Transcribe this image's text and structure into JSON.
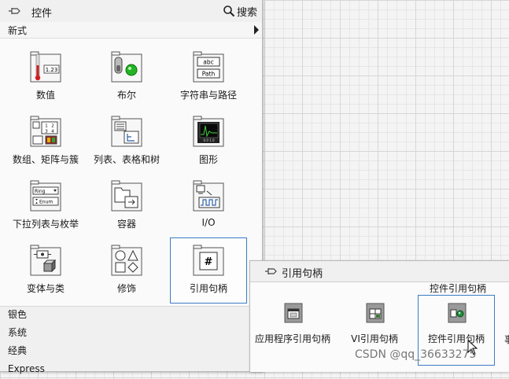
{
  "controls_palette": {
    "title": "控件",
    "search_label": "搜索",
    "category": "新式",
    "tiles": [
      {
        "label": "数值",
        "icon": "numeric-icon"
      },
      {
        "label": "布尔",
        "icon": "boolean-icon"
      },
      {
        "label": "字符串与路径",
        "icon": "string-path-icon"
      },
      {
        "label": "数组、矩阵与簇",
        "icon": "array-matrix-cluster-icon"
      },
      {
        "label": "列表、表格和树",
        "icon": "list-table-tree-icon"
      },
      {
        "label": "图形",
        "icon": "graph-icon"
      },
      {
        "label": "下拉列表与枚举",
        "icon": "ring-enum-icon"
      },
      {
        "label": "容器",
        "icon": "containers-icon"
      },
      {
        "label": "I/O",
        "icon": "io-icon"
      },
      {
        "label": "变体与类",
        "icon": "variant-class-icon"
      },
      {
        "label": "修饰",
        "icon": "decorations-icon"
      },
      {
        "label": "引用句柄",
        "icon": "refnum-icon"
      }
    ],
    "icon_text": {
      "numeric": "1.23",
      "string_abc": "abc",
      "string_path": "Path",
      "ring": "Ring",
      "enum": "Enum",
      "array_1": "1",
      "array_2": "2",
      "array_3": "3",
      "array_4": "4",
      "graph_ticks": "0.0 1.0",
      "refnum": "#"
    },
    "list_items": [
      "银色",
      "系统",
      "经典",
      "Express"
    ]
  },
  "refnum_palette": {
    "title": "引用句柄",
    "hover_heading": "控件引用句柄",
    "tiles": [
      {
        "label": "应用程序引用句柄",
        "icon": "application-refnum-icon"
      },
      {
        "label": "VI引用句柄",
        "icon": "vi-refnum-icon"
      },
      {
        "label": "控件引用句柄",
        "icon": "control-refnum-icon"
      }
    ],
    "partial_label": "事"
  },
  "watermark": "CSDN @qq_36633275",
  "colors": {
    "selection_border": "#3b7cc4",
    "panel_bg": "#fbfbfb",
    "led_green": "#22b422"
  }
}
